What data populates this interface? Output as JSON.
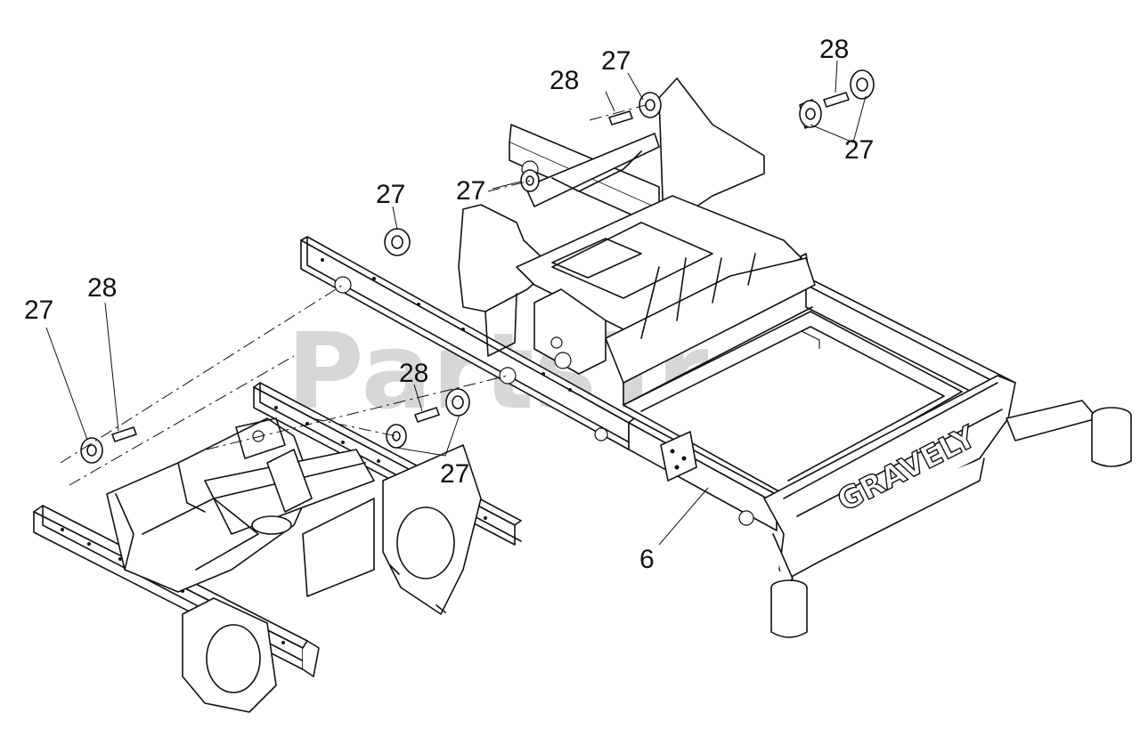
{
  "watermark": "PartsTree",
  "brand_logo": "GRAVELY",
  "callouts": {
    "c28_top": "28",
    "c27_top": "27",
    "c28_tr": "28",
    "c27_tr": "27",
    "c27_mid_a": "27",
    "c27_mid_b": "27",
    "c27_left": "27",
    "c28_left": "28",
    "c28_center": "28",
    "c27_center": "27",
    "c6_frame": "6"
  }
}
